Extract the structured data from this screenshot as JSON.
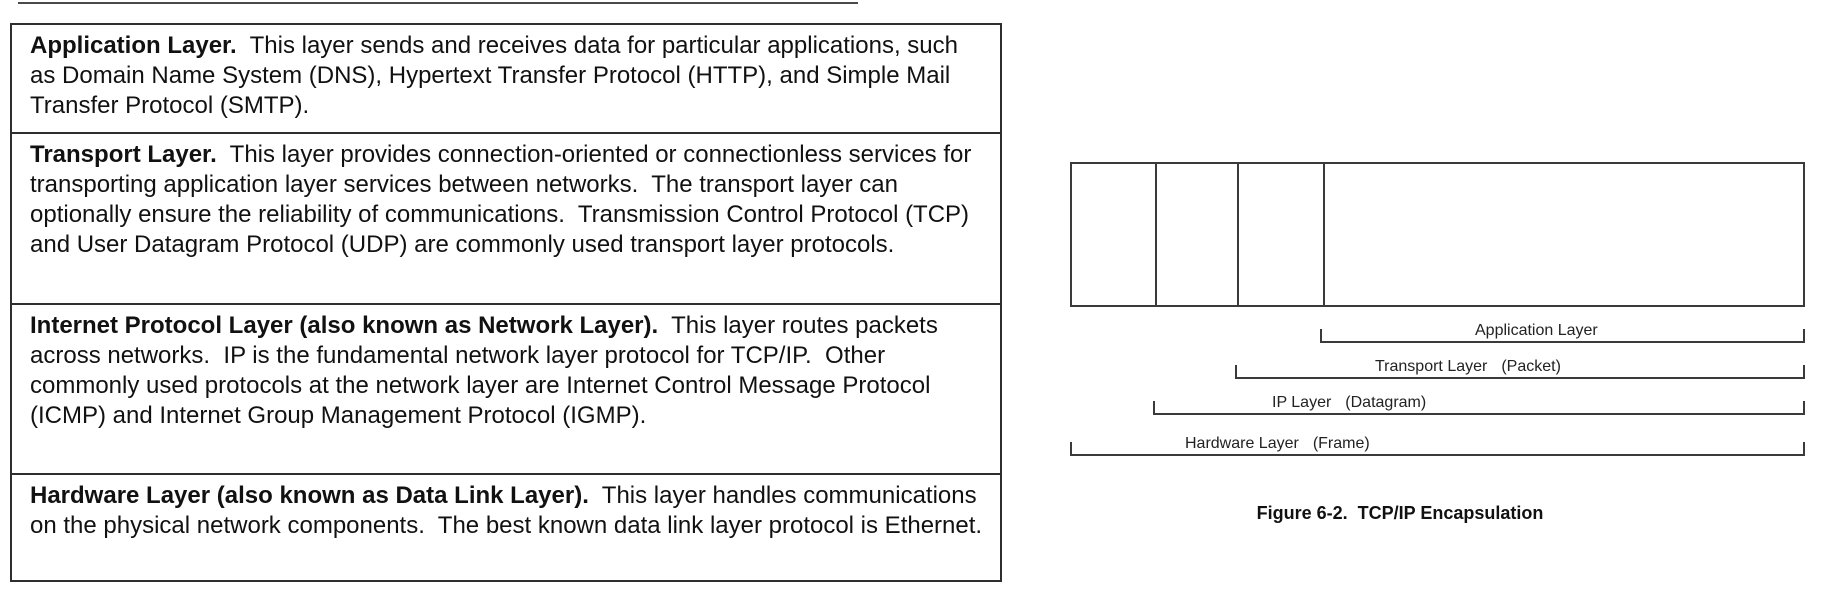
{
  "table": {
    "rows": [
      {
        "title": "Application Layer.",
        "body": "  This layer sends and receives data for particular applications, such as Domain Name System (DNS), Hypertext Transfer Protocol (HTTP), and Simple Mail Transfer Protocol (SMTP)."
      },
      {
        "title": "Transport Layer.",
        "body": "  This layer provides connection-oriented or connectionless services for transporting application layer services between networks.  The transport layer can optionally ensure the reliability of communications.  Transmission Control Protocol (TCP) and User Datagram Protocol (UDP) are commonly used transport layer protocols."
      },
      {
        "title": "Internet Protocol Layer (also known as Network Layer).",
        "body": "  This layer routes packets across networks.  IP is the fundamental network layer protocol for TCP/IP.  Other commonly used protocols at the network layer are Internet Control Message Protocol (ICMP) and Internet Group Management Protocol (IGMP)."
      },
      {
        "title": "Hardware Layer (also known as Data Link Layer).",
        "body": "  This layer handles communications on the physical network components.  The best known data link layer protocol is Ethernet."
      }
    ]
  },
  "diagram": {
    "brackets": [
      {
        "label": "Application Layer",
        "unit": ""
      },
      {
        "label": "Transport Layer",
        "unit": "(Packet)"
      },
      {
        "label": "IP Layer",
        "unit": "(Datagram)"
      },
      {
        "label": "Hardware Layer",
        "unit": "(Frame)"
      }
    ],
    "caption": "Figure 6-2.  TCP/IP Encapsulation",
    "line_color": "#3a3a3a"
  }
}
